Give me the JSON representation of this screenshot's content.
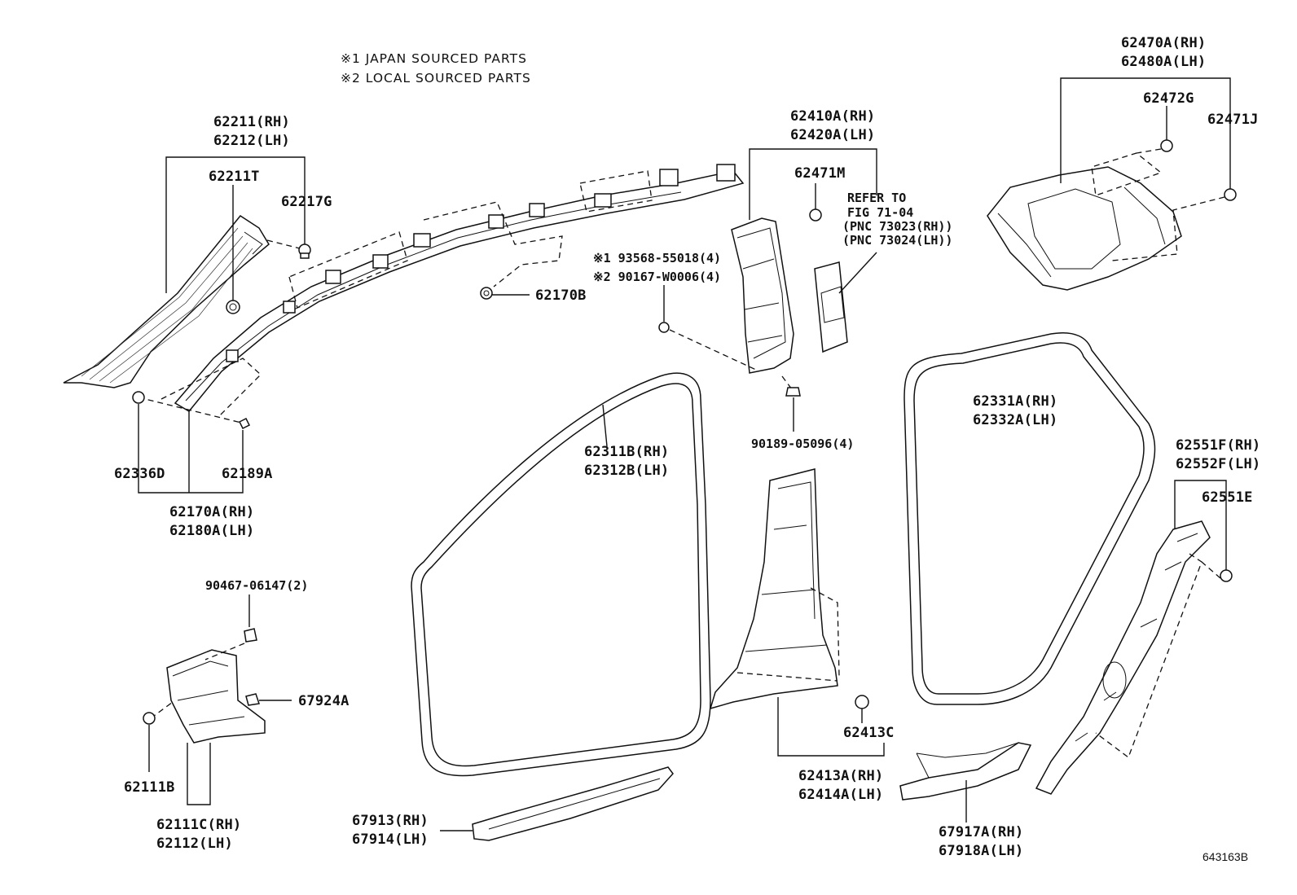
{
  "notes": [
    "※1 JAPAN SOURCED PARTS",
    "※2 LOCAL SOURCED PARTS"
  ],
  "labels": {
    "p62211": "62211(RH)",
    "p62212": "62212(LH)",
    "p62211T": "62211T",
    "p62217G": "62217G",
    "p62336D": "62336D",
    "p62189A": "62189A",
    "p62170A": "62170A(RH)",
    "p62180A": "62180A(LH)",
    "p62170B": "62170B",
    "n93568": "※1 93568-55018(4)",
    "n90167": "※2 90167-W0006(4)",
    "p62410A": "62410A(RH)",
    "p62420A": "62420A(LH)",
    "p62471M": "62471M",
    "refer1": "REFER TO",
    "refer2": "FIG 71-04",
    "refer3": "(PNC 73023(RH))",
    "refer4": "(PNC 73024(LH))",
    "n90189": "90189-05096(4)",
    "p62470A": "62470A(RH)",
    "p62480A": "62480A(LH)",
    "p62472G": "62472G",
    "p62471J": "62471J",
    "p62331A": "62331A(RH)",
    "p62332A": "62332A(LH)",
    "p62311B": "62311B(RH)",
    "p62312B": "62312B(LH)",
    "p62551F": "62551F(RH)",
    "p62552F": "62552F(LH)",
    "p62551E": "62551E",
    "n90467": "90467-06147(2)",
    "p67924A": "67924A",
    "p62111B": "62111B",
    "p62111C": "62111C(RH)",
    "p62112": "62112(LH)",
    "p62413C": "62413C",
    "p62413A": "62413A(RH)",
    "p62414A": "62414A(LH)",
    "p67913": "67913(RH)",
    "p67914": "67914(LH)",
    "p67917A": "67917A(RH)",
    "p67918A": "67918A(LH)"
  },
  "figure_code": "643163B"
}
